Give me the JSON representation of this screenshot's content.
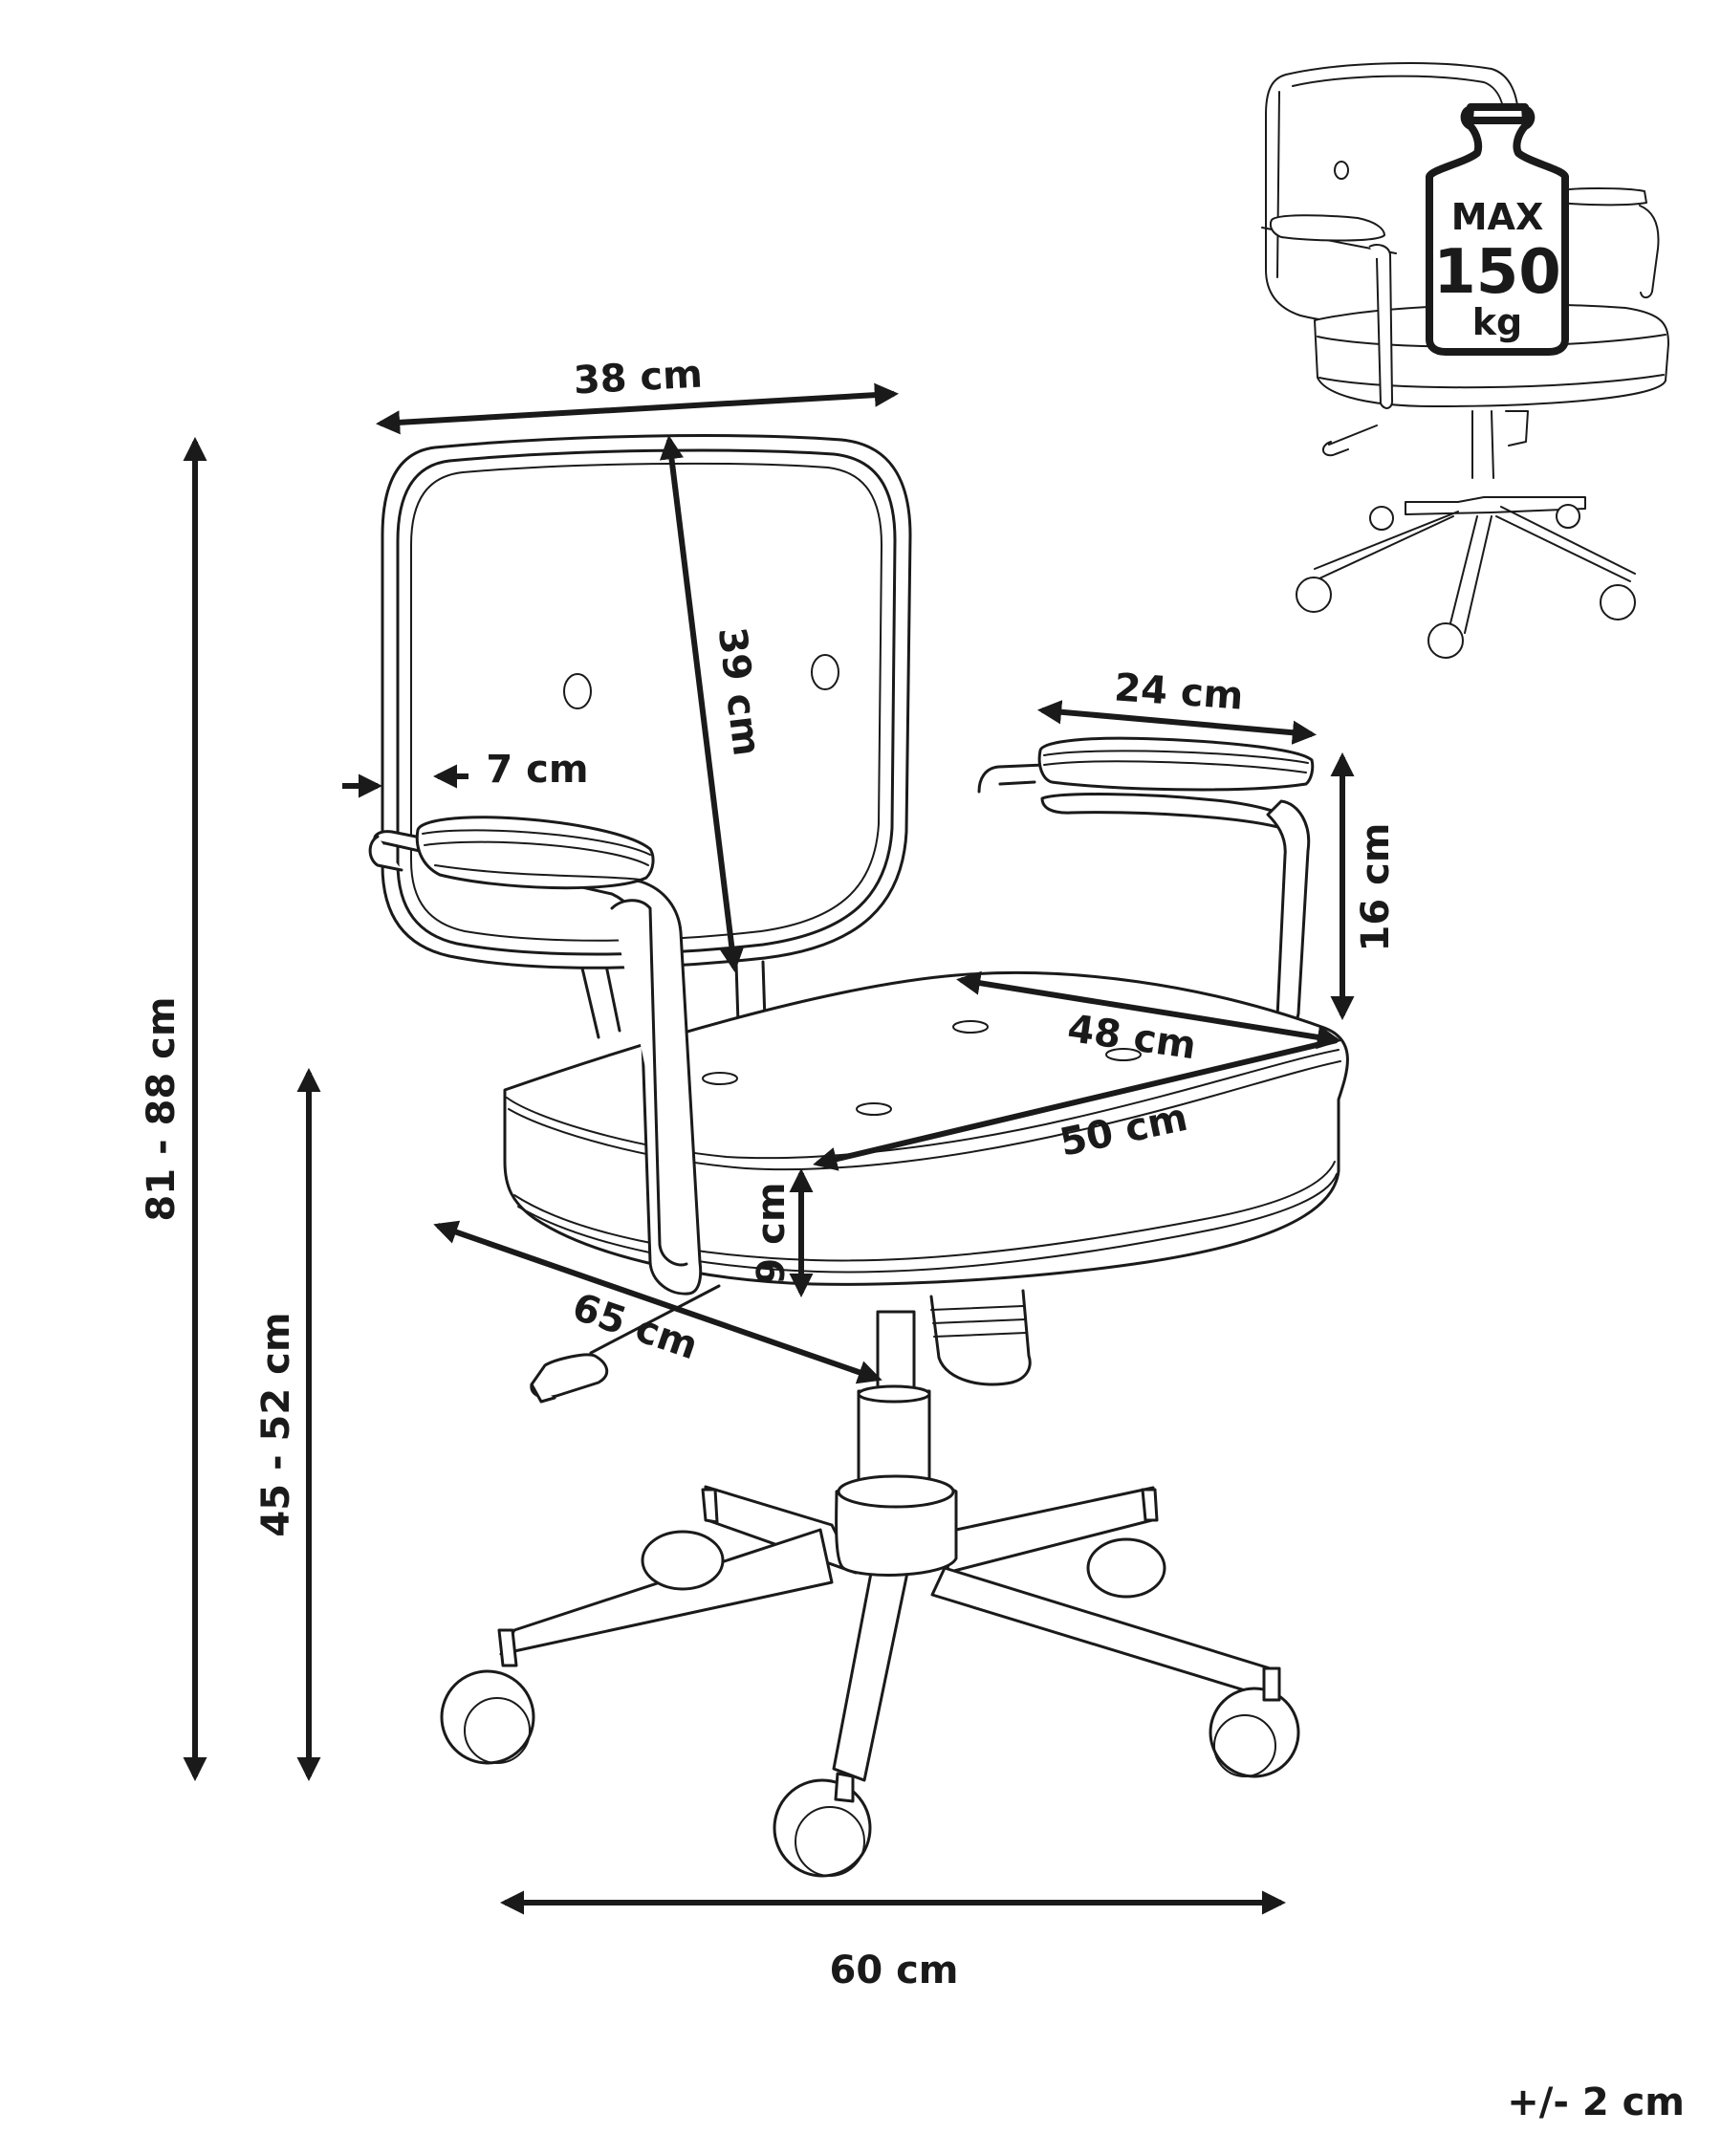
{
  "dimensions": {
    "backrest_width": "38 cm",
    "backrest_height": "39 cm",
    "armrest_inset": "7 cm",
    "armrest_length": "24 cm",
    "armrest_height": "16 cm",
    "seat_depth": "48 cm",
    "seat_width": "50 cm",
    "seat_thickness": "9 cm",
    "overall_depth": "65 cm",
    "overall_height": "81 - 88 cm",
    "seat_height": "45 - 52 cm",
    "base_width": "60 cm"
  },
  "max_load": {
    "line1": "MAX",
    "line2": "150",
    "line3": "kg"
  },
  "tolerance": "+/- 2 cm",
  "colors": {
    "line": "#1a1a1a",
    "background": "#ffffff"
  }
}
